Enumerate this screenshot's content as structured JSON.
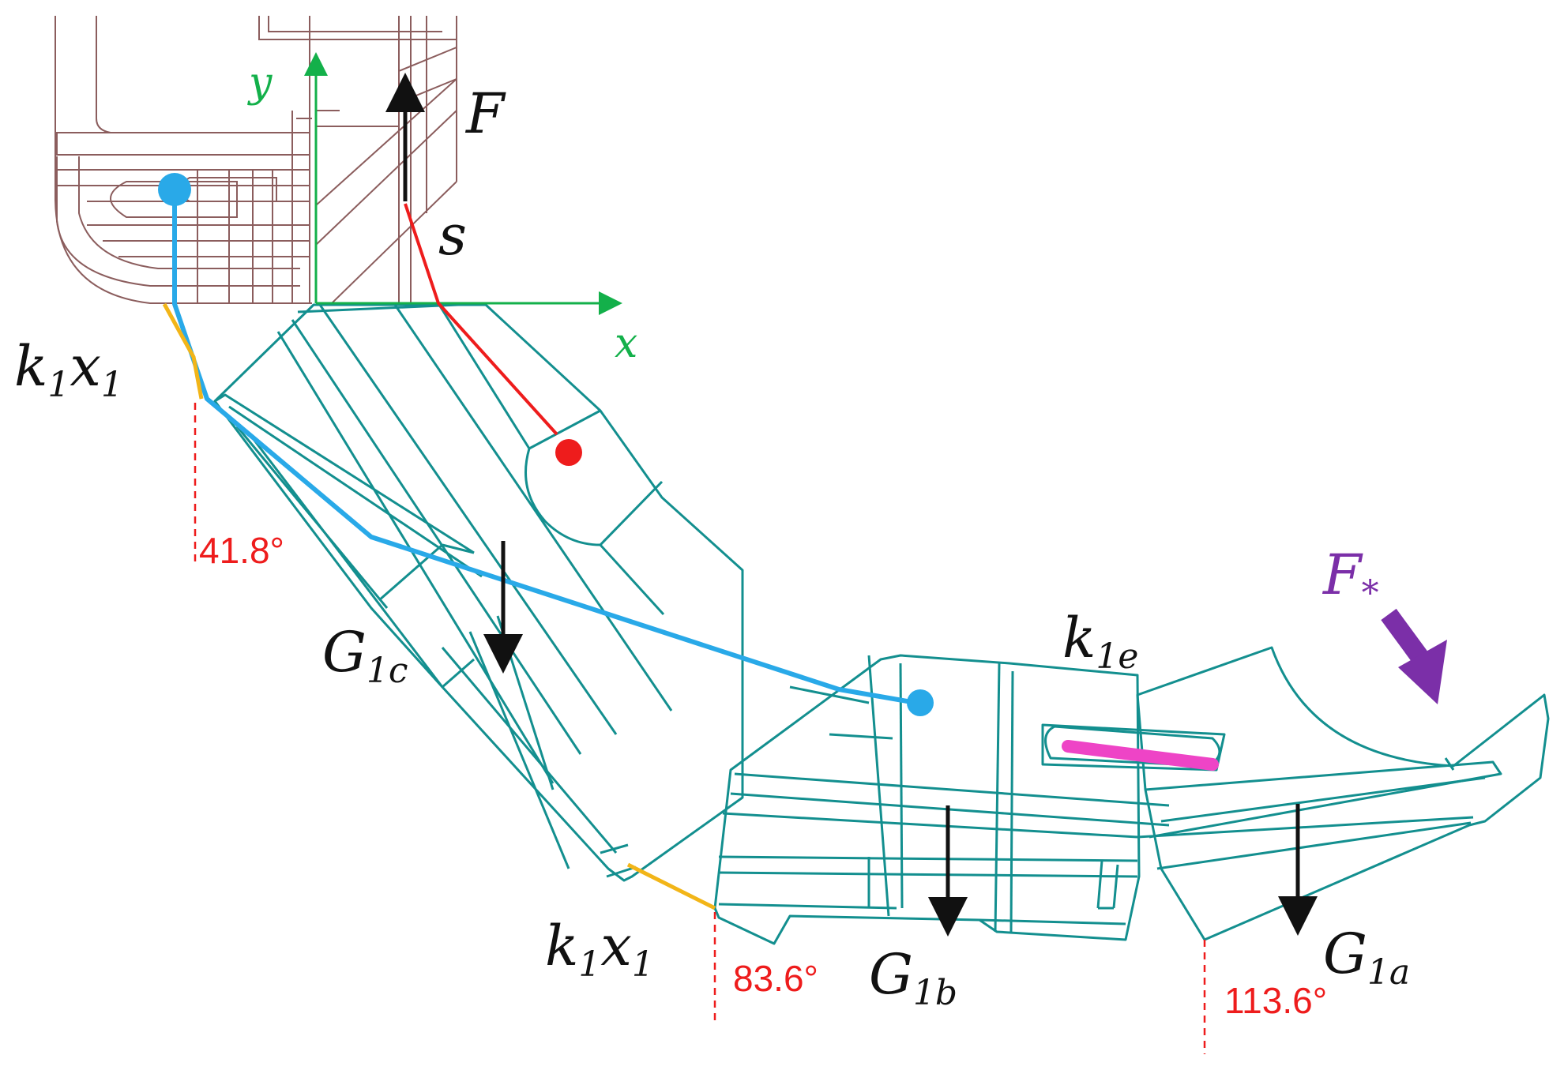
{
  "axes": {
    "x_label": "x",
    "y_label": "y"
  },
  "forces": {
    "F": "F",
    "s": "s",
    "F_star": {
      "base": "F",
      "sub": "*"
    }
  },
  "springs": {
    "upper": {
      "base": "k",
      "sub1": "1",
      "var": "x",
      "sub2": "1"
    },
    "lower": {
      "base": "k",
      "sub1": "1",
      "var": "x",
      "sub2": "1"
    },
    "k1e": {
      "base": "k",
      "sub": "1e"
    }
  },
  "gravity": {
    "G1c": {
      "base": "G",
      "sub": "1c"
    },
    "G1b": {
      "base": "G",
      "sub": "1b"
    },
    "G1a": {
      "base": "G",
      "sub": "1a"
    }
  },
  "angles": {
    "a1": "41.8°",
    "a2": "83.6°",
    "a3": "113.6°"
  },
  "colors": {
    "phalanx": "#138f8f",
    "palm": "#8b5d5d",
    "axes": "#13b04a",
    "tendon": "#29a9e8",
    "spring": "#f2b518",
    "drive": "#ee1c1c",
    "elastic": "#ee44c6",
    "external_force": "#7b2fa8",
    "arrow": "#111111",
    "angle": "#ee1c1c"
  }
}
